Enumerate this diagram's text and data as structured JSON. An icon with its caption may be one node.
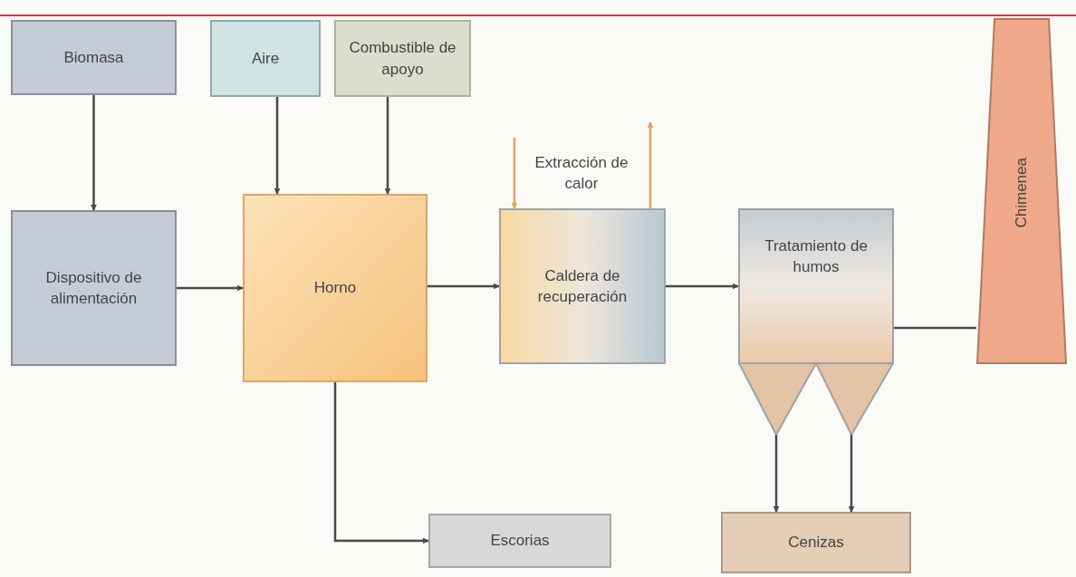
{
  "diagram": {
    "nodes": [
      {
        "text": [
          "Biomasa"
        ]
      },
      {
        "text": [
          "Aire"
        ]
      },
      {
        "text": [
          "Combustible de apoyo"
        ]
      },
      {
        "text": [
          "Dispositivo de alimentación"
        ]
      },
      {
        "text": [
          "Horno"
        ]
      },
      {
        "text": [
          "Caldera de recuperación"
        ],
        "beside": [
          "Extracción de calor"
        ]
      },
      {
        "text": [
          "Tratamiento de humos"
        ]
      },
      {
        "text": [
          "Chimenea"
        ]
      },
      {
        "text": [
          "Escorias"
        ]
      },
      {
        "text": [
          "Cenizas"
        ]
      }
    ],
    "edges": [
      {
        "from": 0,
        "to": 3,
        "arrow": "to"
      },
      {
        "from": 1,
        "to": 4,
        "arrow": "to"
      },
      {
        "from": 2,
        "to": 4,
        "arrow": "to"
      },
      {
        "from": 3,
        "to": 4,
        "arrow": "to"
      },
      {
        "from": 4,
        "to": 5,
        "arrow": "to"
      },
      {
        "from": 5,
        "to": 6,
        "arrow": "to"
      },
      {
        "from": 6,
        "to": 7,
        "arrow": "none"
      },
      {
        "from": 4,
        "to": 8,
        "arrow": "to"
      },
      {
        "from": 6,
        "to": 9,
        "arrow": "to"
      },
      {
        "from": 6,
        "to": 9,
        "arrow": "to"
      },
      {
        "from": null,
        "to": 5,
        "arrow": "to",
        "color": "#e8a060"
      },
      {
        "from": 5,
        "to": null,
        "arrow": "to",
        "color": "#e8a060"
      }
    ]
  }
}
